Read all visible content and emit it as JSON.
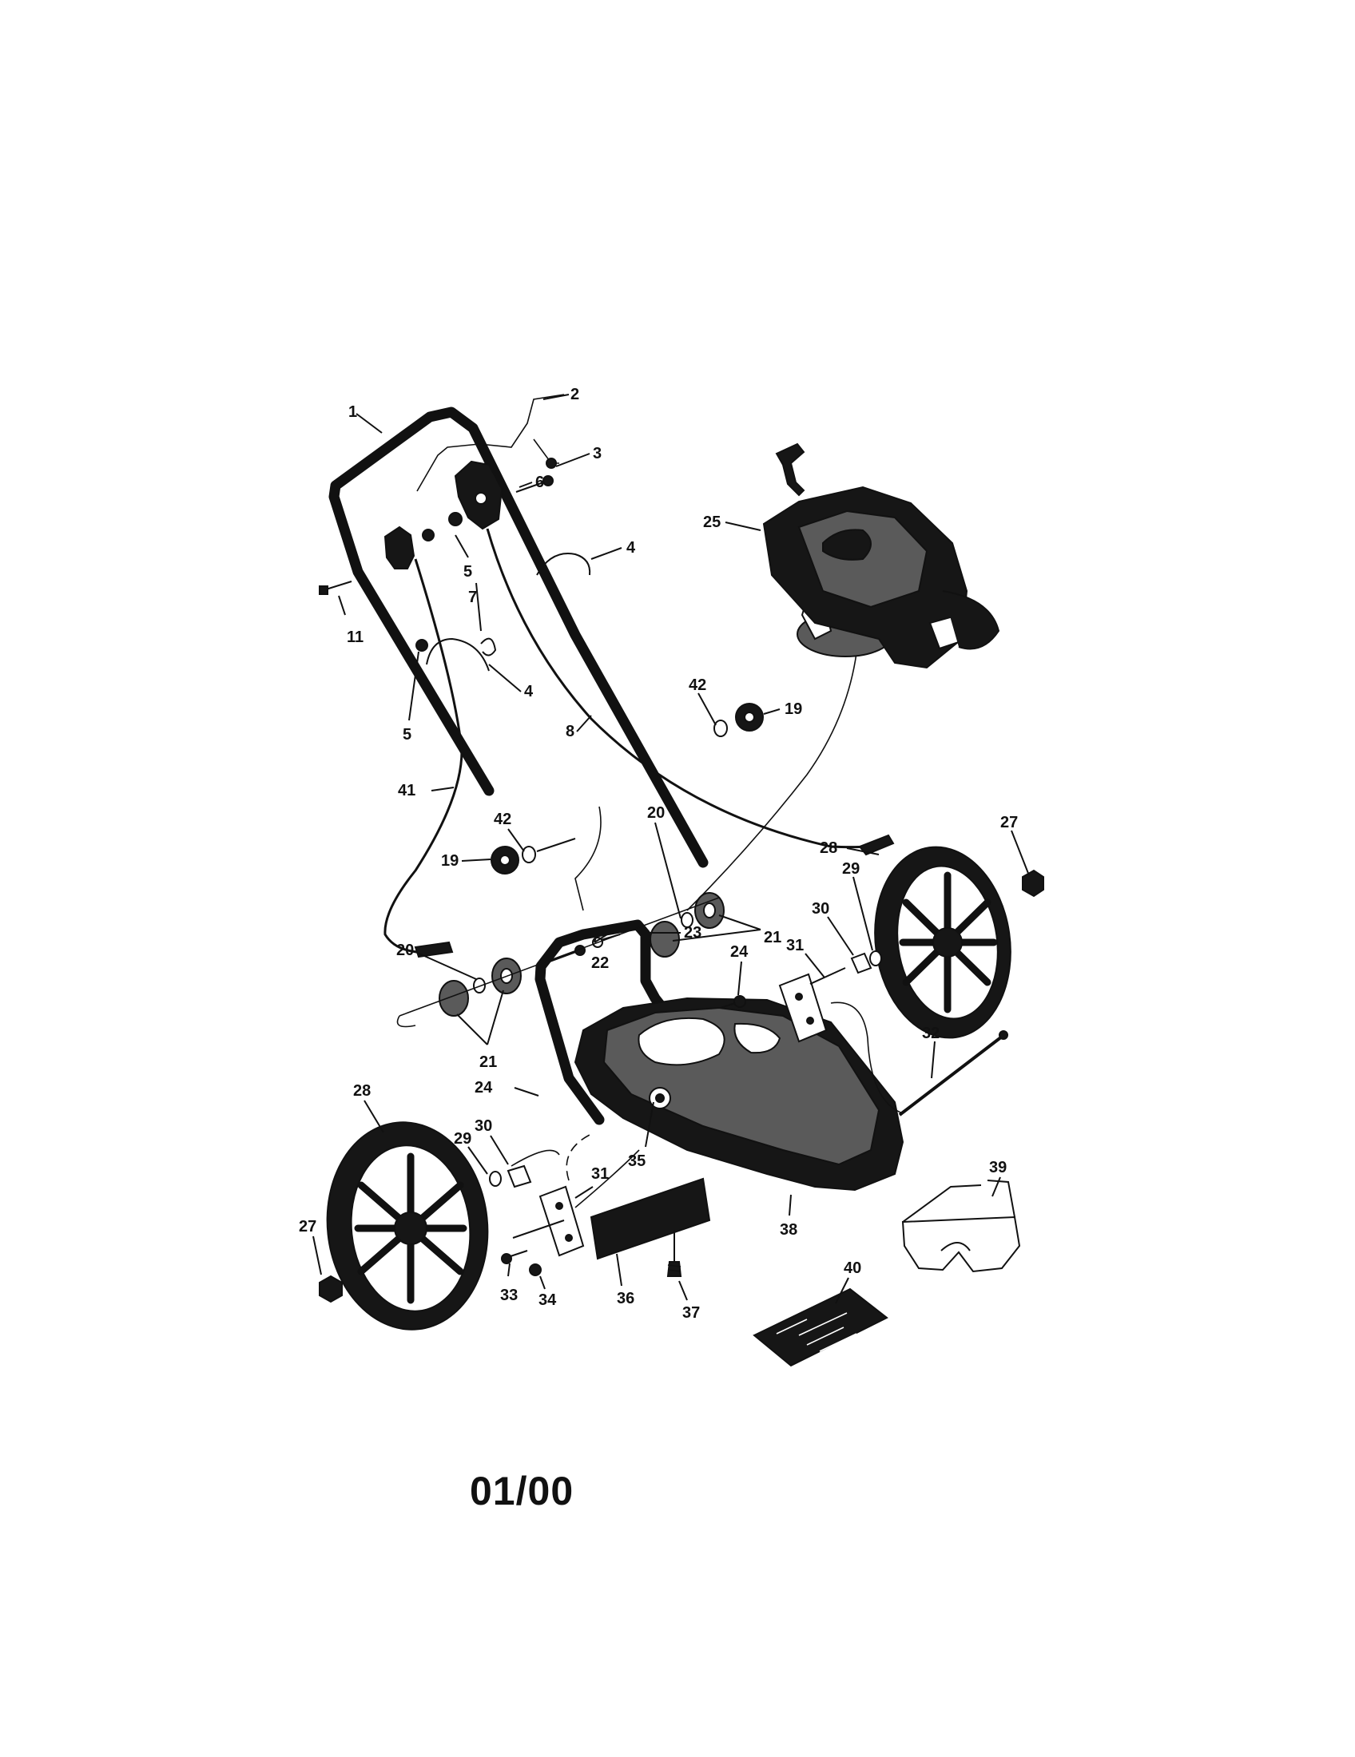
{
  "date_code": "01/00",
  "callouts": [
    {
      "id": "c1",
      "text": "1"
    },
    {
      "id": "c2",
      "text": "2"
    },
    {
      "id": "c3",
      "text": "3"
    },
    {
      "id": "c6",
      "text": "6"
    },
    {
      "id": "c25",
      "text": "25"
    },
    {
      "id": "c4a",
      "text": "4"
    },
    {
      "id": "c5a",
      "text": "5"
    },
    {
      "id": "c11",
      "text": "11"
    },
    {
      "id": "c7",
      "text": "7"
    },
    {
      "id": "c4b",
      "text": "4"
    },
    {
      "id": "c5b",
      "text": "5"
    },
    {
      "id": "c8",
      "text": "8"
    },
    {
      "id": "c42a",
      "text": "42"
    },
    {
      "id": "c19a",
      "text": "19"
    },
    {
      "id": "c41",
      "text": "41"
    },
    {
      "id": "c42b",
      "text": "42"
    },
    {
      "id": "c19b",
      "text": "19"
    },
    {
      "id": "c20a",
      "text": "20"
    },
    {
      "id": "c21a",
      "text": "21"
    },
    {
      "id": "c27a",
      "text": "27"
    },
    {
      "id": "c28a",
      "text": "28"
    },
    {
      "id": "c29a",
      "text": "29"
    },
    {
      "id": "c30a",
      "text": "30"
    },
    {
      "id": "c31a",
      "text": "31"
    },
    {
      "id": "c23",
      "text": "23"
    },
    {
      "id": "c22",
      "text": "22"
    },
    {
      "id": "c24a",
      "text": "24"
    },
    {
      "id": "c20b",
      "text": "20"
    },
    {
      "id": "c21b",
      "text": "21"
    },
    {
      "id": "c32",
      "text": "32"
    },
    {
      "id": "c28b",
      "text": "28"
    },
    {
      "id": "c24b",
      "text": "24"
    },
    {
      "id": "c30b",
      "text": "30"
    },
    {
      "id": "c29b",
      "text": "29"
    },
    {
      "id": "c35",
      "text": "35"
    },
    {
      "id": "c31b",
      "text": "31"
    },
    {
      "id": "c39",
      "text": "39"
    },
    {
      "id": "c38",
      "text": "38"
    },
    {
      "id": "c27b",
      "text": "27"
    },
    {
      "id": "c33",
      "text": "33"
    },
    {
      "id": "c34",
      "text": "34"
    },
    {
      "id": "c36",
      "text": "36"
    },
    {
      "id": "c37",
      "text": "37"
    },
    {
      "id": "c40",
      "text": "40"
    }
  ]
}
